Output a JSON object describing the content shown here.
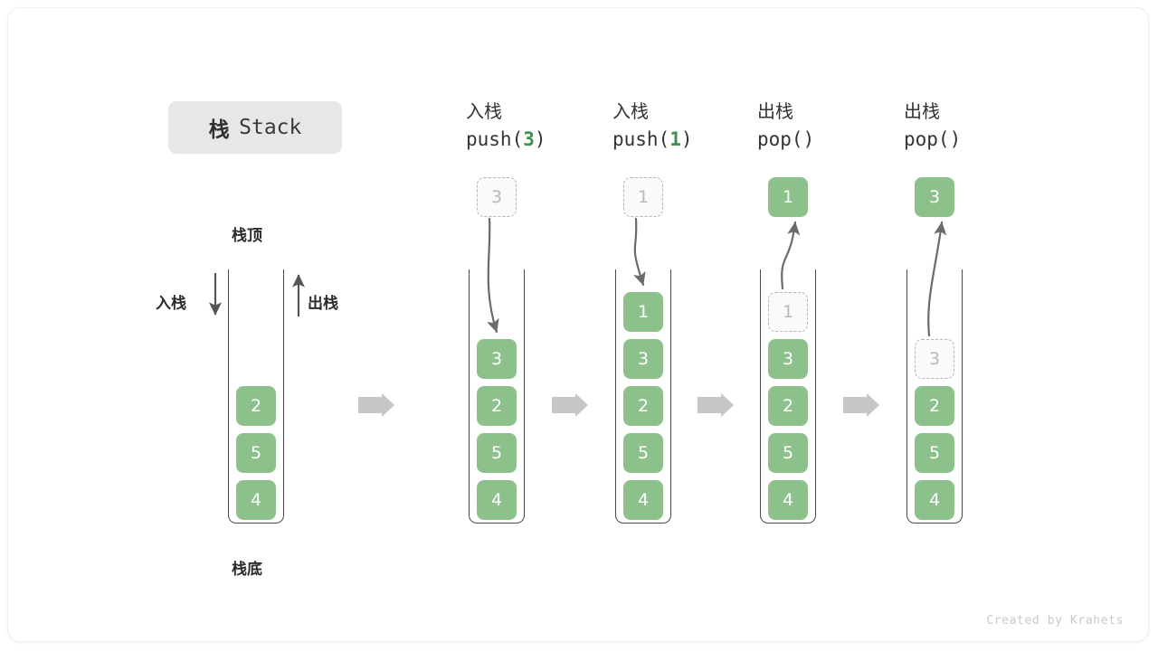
{
  "meta": {
    "footer_credit": "Created by Krahets",
    "accent_green": "#8cc18c",
    "ghost_gray": "#b5b5b5",
    "arrow_gray": "#6b6b6b",
    "chip_gray": "#e7e7e7",
    "transition_arrow_gray": "#c6c6c6"
  },
  "title": {
    "cn": "栈",
    "en": "Stack"
  },
  "labels": {
    "top": "栈顶",
    "bottom": "栈底",
    "push": "入栈",
    "pop": "出栈"
  },
  "columns": [
    {
      "id": "initial",
      "heading_cn": "",
      "heading_en": "",
      "heading_arg": "",
      "stack": [
        "2",
        "5",
        "4"
      ],
      "ghost_index": -1,
      "ghost_value": "",
      "external_value": "",
      "external_kind": "none"
    },
    {
      "id": "push-3",
      "heading_cn": "入栈",
      "heading_en_prefix": "push(",
      "heading_arg": "3",
      "heading_en_suffix": ")",
      "stack": [
        "3",
        "2",
        "5",
        "4"
      ],
      "ghost_index": -1,
      "ghost_value": "",
      "external_value": "3",
      "external_kind": "ghost-in"
    },
    {
      "id": "push-1",
      "heading_cn": "入栈",
      "heading_en_prefix": "push(",
      "heading_arg": "1",
      "heading_en_suffix": ")",
      "stack": [
        "1",
        "3",
        "2",
        "5",
        "4"
      ],
      "ghost_index": -1,
      "ghost_value": "",
      "external_value": "1",
      "external_kind": "ghost-in"
    },
    {
      "id": "pop-1",
      "heading_cn": "出栈",
      "heading_en_prefix": "pop(",
      "heading_arg": "",
      "heading_en_suffix": ")",
      "stack": [
        "1",
        "3",
        "2",
        "5",
        "4"
      ],
      "ghost_index": 0,
      "ghost_value": "1",
      "external_value": "1",
      "external_kind": "solid-out"
    },
    {
      "id": "pop-3",
      "heading_cn": "出栈",
      "heading_en_prefix": "pop(",
      "heading_arg": "",
      "heading_en_suffix": ")",
      "stack": [
        "3",
        "2",
        "5",
        "4"
      ],
      "ghost_index": 0,
      "ghost_value": "3",
      "external_value": "3",
      "external_kind": "solid-out"
    }
  ],
  "transition_arrows": 4
}
